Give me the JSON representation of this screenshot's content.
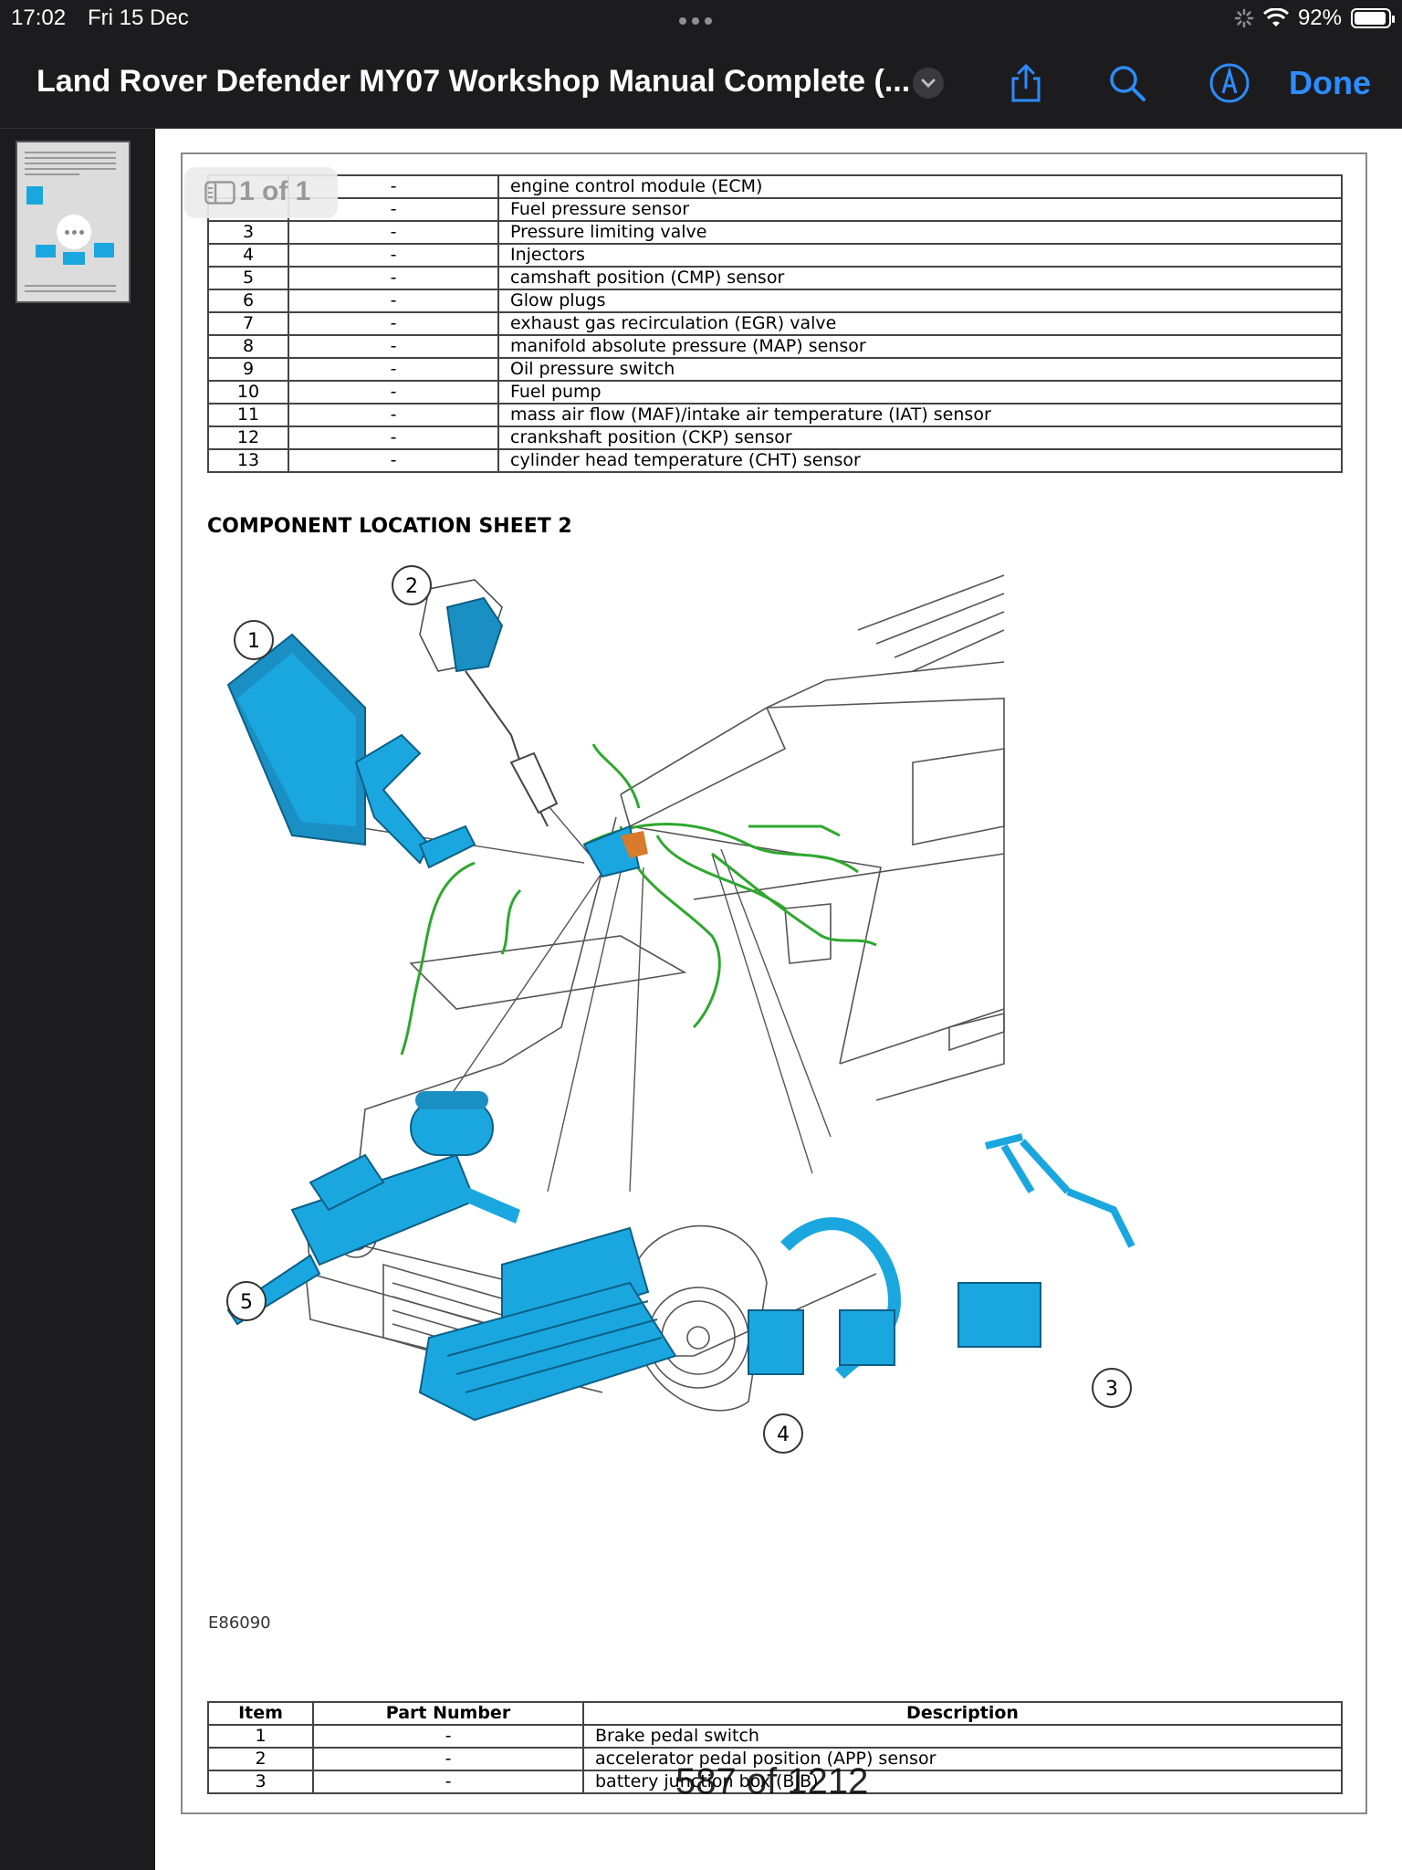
{
  "status_bar": {
    "time": "17:02",
    "date": "Fri 15 Dec",
    "battery": "92%"
  },
  "nav": {
    "title": "Land Rover Defender MY07 Workshop Manual Complete (...",
    "done_label": "Done"
  },
  "page_badge": "1 of 1",
  "page_counter": "587 of 1212",
  "table_top": {
    "rows": [
      {
        "item": "",
        "part": "-",
        "desc": "engine control module (ECM)"
      },
      {
        "item": "",
        "part": "-",
        "desc": "Fuel pressure sensor"
      },
      {
        "item": "3",
        "part": "-",
        "desc": "Pressure limiting valve"
      },
      {
        "item": "4",
        "part": "-",
        "desc": "Injectors"
      },
      {
        "item": "5",
        "part": "-",
        "desc": "camshaft position (CMP) sensor"
      },
      {
        "item": "6",
        "part": "-",
        "desc": "Glow plugs"
      },
      {
        "item": "7",
        "part": "-",
        "desc": "exhaust gas recirculation (EGR) valve"
      },
      {
        "item": "8",
        "part": "-",
        "desc": "manifold absolute pressure (MAP) sensor"
      },
      {
        "item": "9",
        "part": "-",
        "desc": "Oil pressure switch"
      },
      {
        "item": "10",
        "part": "-",
        "desc": "Fuel pump"
      },
      {
        "item": "11",
        "part": "-",
        "desc": "mass air flow (MAF)/intake air temperature (IAT) sensor"
      },
      {
        "item": "12",
        "part": "-",
        "desc": "crankshaft position (CKP) sensor"
      },
      {
        "item": "13",
        "part": "-",
        "desc": "cylinder head temperature (CHT) sensor"
      }
    ]
  },
  "section_heading": "COMPONENT LOCATION SHEET 2",
  "figure": {
    "id": "E86090",
    "callouts": [
      "1",
      "2",
      "3",
      "4",
      "5"
    ]
  },
  "table_bottom": {
    "headers": [
      "Item",
      "Part Number",
      "Description"
    ],
    "rows": [
      {
        "item": "1",
        "part": "-",
        "desc": "Brake pedal switch"
      },
      {
        "item": "2",
        "part": "-",
        "desc": "accelerator pedal position (APP) sensor"
      },
      {
        "item": "3",
        "part": "-",
        "desc": "battery junction box (BJB)"
      }
    ]
  },
  "colors": {
    "component": "#1aa7e0",
    "harness": "#2ea82e",
    "accent": "#2d8cff"
  }
}
